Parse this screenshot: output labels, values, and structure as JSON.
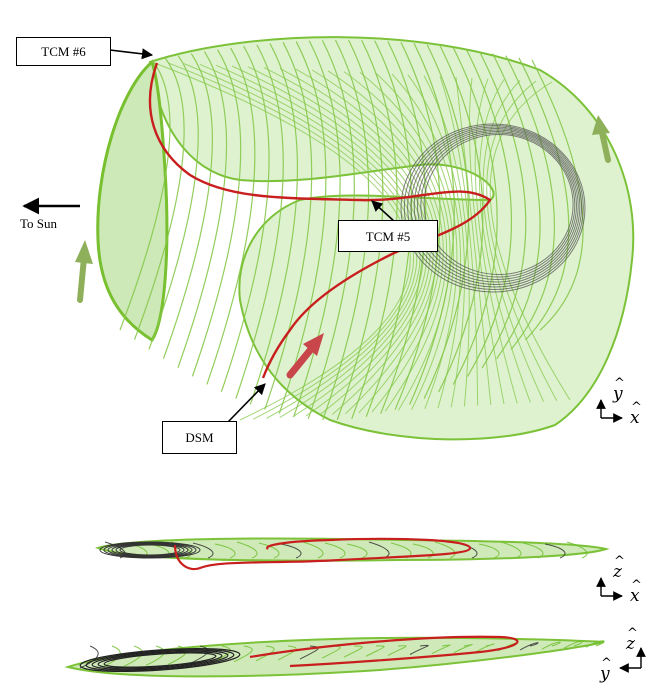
{
  "figure": {
    "callouts": {
      "tcm6": "TCM #6",
      "tcm5": "TCM #5",
      "dsm": "DSM"
    },
    "sun_label": "To Sun",
    "axes": {
      "top_view": {
        "vertical": "y",
        "horizontal": "x"
      },
      "side_view": {
        "vertical": "z",
        "horizontal": "x"
      },
      "front_view": {
        "vertical": "z",
        "horizontal": "y"
      }
    },
    "colors": {
      "manifold_mesh": "#7cc238",
      "manifold_fill": "#d6efc4",
      "transfer_trajectory": "#c81e1e",
      "target_orbit": "#555555",
      "flow_arrow_green": "#8fb05a",
      "flow_arrow_red": "#c8454a"
    }
  }
}
